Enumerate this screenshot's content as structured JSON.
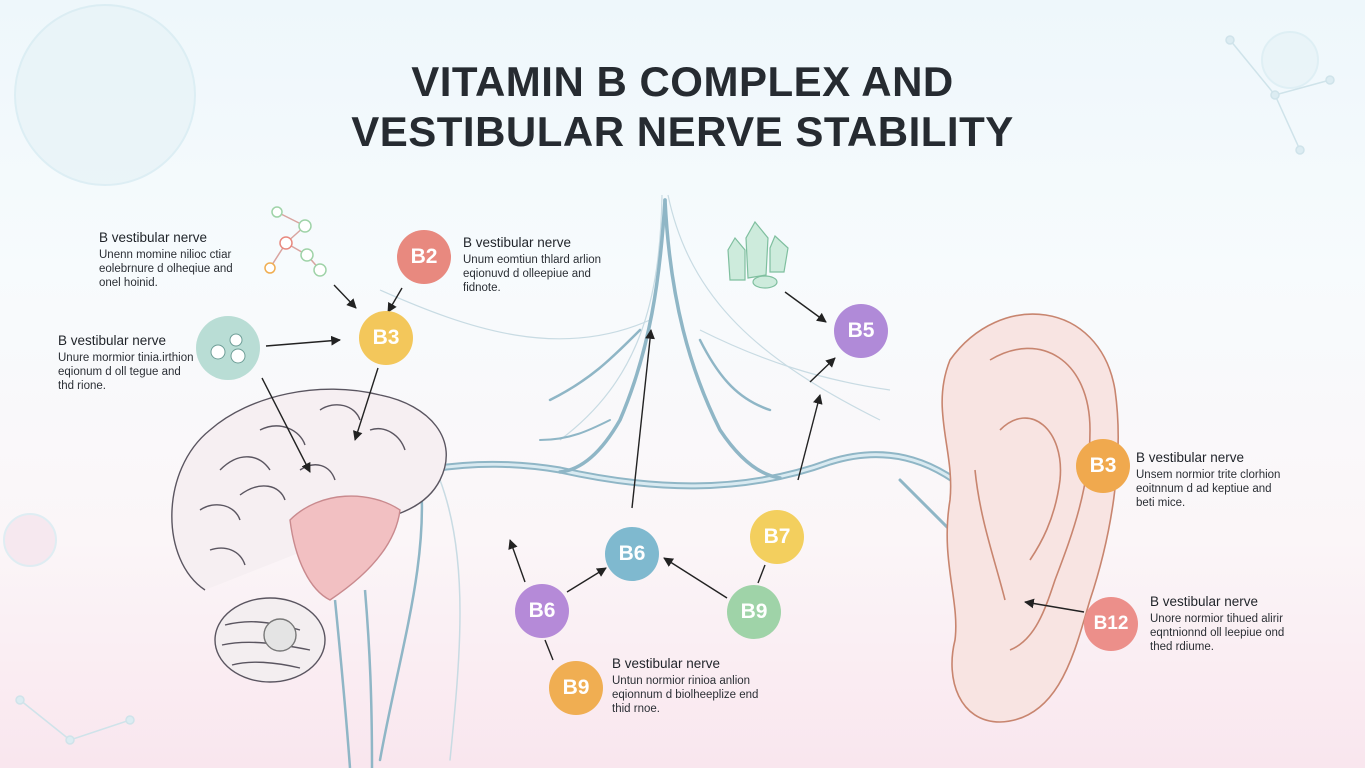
{
  "title": {
    "line1": "VITAMIN B COMPLEX AND",
    "line2": "VESTIBULAR NERVE STABILITY"
  },
  "colors": {
    "b2": "#e8897f",
    "b3": "#f3c75b",
    "b3_right": "#f0a94e",
    "b5": "#b08ad8",
    "b6_teal": "#7fb9cf",
    "b6_purple": "#b58ad8",
    "b7": "#f3cf5e",
    "b9_green": "#9fd3a8",
    "b9_orange": "#f0ae52",
    "b12": "#ec8f8a",
    "nerve": "#8fb6c6",
    "brain_line": "#5a5560"
  },
  "icons": [
    "molecule-icon",
    "cell-cluster-icon",
    "crystal-icon",
    "brain-illustration",
    "ear-illustration"
  ],
  "badges": {
    "b2": "B2",
    "b3_top": "B3",
    "b5": "B5",
    "b3_right": "B3",
    "b6_center": "B6",
    "b7": "B7",
    "b6_left": "B6",
    "b9_center": "B9",
    "b9_bottom": "B9",
    "b12": "B12"
  },
  "callouts": [
    {
      "heading": "B vestibular nerve",
      "body": "Unenn momine nilioc ctiar\neolebrnure d olheqiue and\nonel hoinid."
    },
    {
      "heading": "B vestibular nerve",
      "body": "Unure mormior tinia.irthion\neqionum d oll tegue and\nthd rione."
    },
    {
      "heading": "B vestibular nerve",
      "body": "Unum eomtiun thlard arlion\neqionuvd d olleepiue and\nfidnote."
    },
    {
      "heading": "B vestibular nerve",
      "body": "Unsem normior trite clorhion\neoitnnum d ad keptiue and\nbeti mice."
    },
    {
      "heading": "B vestibular nerve",
      "body": "Unore normior tihued alirir\neqntnionnd oll leepiue ond\nthed rdiume."
    },
    {
      "heading": "B vestibular nerve",
      "body": "Untun normior rinioa anlion\neqionnum d biolheeplize end\nthid rnoe."
    }
  ]
}
